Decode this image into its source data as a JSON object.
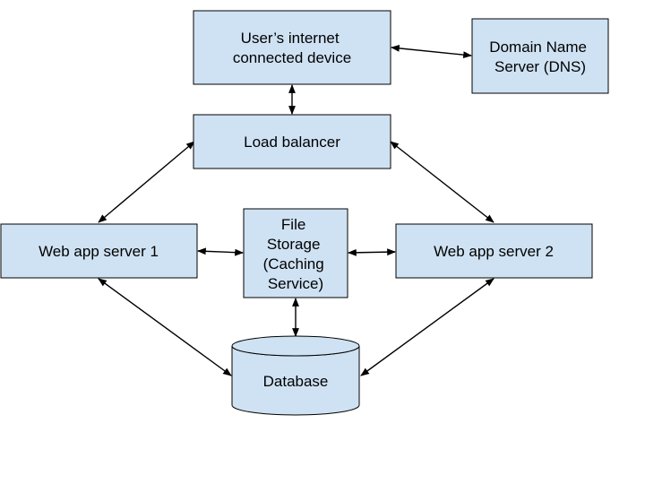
{
  "nodes": {
    "user_device": {
      "lines": [
        "User’s internet",
        "connected device"
      ]
    },
    "dns": {
      "lines": [
        "Domain Name",
        "Server (DNS)"
      ]
    },
    "load_balancer": {
      "lines": [
        "Load balancer"
      ]
    },
    "web_app_server_1": {
      "lines": [
        "Web app server 1"
      ]
    },
    "file_storage": {
      "lines": [
        "File",
        "Storage",
        "(Caching",
        "Service)"
      ]
    },
    "web_app_server_2": {
      "lines": [
        "Web app server 2"
      ]
    },
    "database": {
      "lines": [
        "Database"
      ]
    }
  },
  "edges": [
    {
      "from": "user_device",
      "to": "dns",
      "direction": "both"
    },
    {
      "from": "user_device",
      "to": "load_balancer",
      "direction": "both"
    },
    {
      "from": "load_balancer",
      "to": "web_app_server_1",
      "direction": "both"
    },
    {
      "from": "load_balancer",
      "to": "web_app_server_2",
      "direction": "both"
    },
    {
      "from": "web_app_server_1",
      "to": "file_storage",
      "direction": "both"
    },
    {
      "from": "file_storage",
      "to": "web_app_server_2",
      "direction": "both"
    },
    {
      "from": "file_storage",
      "to": "database",
      "direction": "both"
    },
    {
      "from": "web_app_server_1",
      "to": "database",
      "direction": "both"
    },
    {
      "from": "web_app_server_2",
      "to": "database",
      "direction": "both"
    }
  ],
  "colors": {
    "node_fill": "#cfe2f3",
    "stroke": "#000000"
  }
}
